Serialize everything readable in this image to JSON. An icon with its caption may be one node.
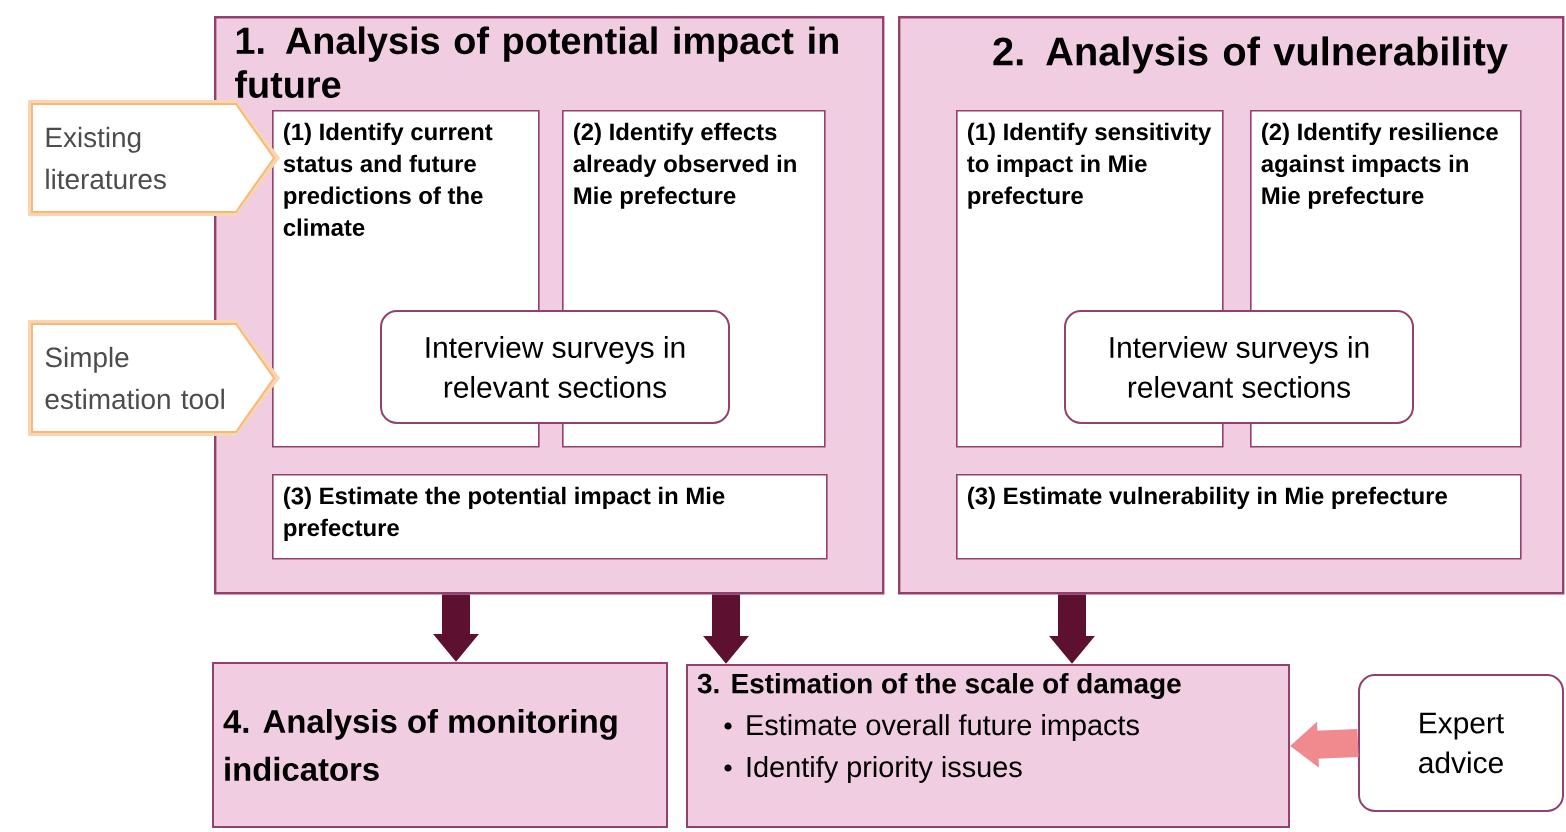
{
  "diagram": {
    "nodes": [
      {
        "text": [
          "1. Analysis of potential impact in future"
        ]
      },
      {
        "text": [
          "(1) Identify current status and future predictions of the climate"
        ],
        "in": 0
      },
      {
        "text": [
          "(2) Identify effects already observed in Mie prefecture"
        ],
        "in": 0
      },
      {
        "text": [
          "Interview surveys in relevant sections"
        ],
        "in": 0
      },
      {
        "text": [
          "(3) Estimate the potential impact in Mie prefecture"
        ],
        "in": 0
      },
      {
        "text": [
          "2. Analysis of vulnerability"
        ]
      },
      {
        "text": [
          "(1) Identify sensitivity to impact in Mie prefecture"
        ],
        "in": 5
      },
      {
        "text": [
          "(2) Identify resilience against impacts in Mie prefecture"
        ],
        "in": 5
      },
      {
        "text": [
          "Interview surveys in relevant sections"
        ],
        "in": 5
      },
      {
        "text": [
          "(3) Estimate vulnerability in Mie prefecture"
        ],
        "in": 5
      },
      {
        "text": [
          "Existing literatures"
        ]
      },
      {
        "text": [
          "Simple estimation tool"
        ]
      },
      {
        "text": [
          "4. Analysis of monitoring indicators"
        ]
      },
      {
        "text": [
          "3. Estimation of the scale of damage",
          "Estimate overall future impacts",
          "Identify priority issues"
        ]
      },
      {
        "text": [
          "Expert advice"
        ]
      }
    ],
    "edges": [
      {
        "from": 0,
        "to": 12,
        "arrow": "to"
      },
      {
        "from": 0,
        "to": 13,
        "arrow": "to"
      },
      {
        "from": 5,
        "to": 13,
        "arrow": "to"
      },
      {
        "from": 14,
        "to": 13,
        "arrow": "to",
        "color": "#f08a8f"
      }
    ]
  }
}
